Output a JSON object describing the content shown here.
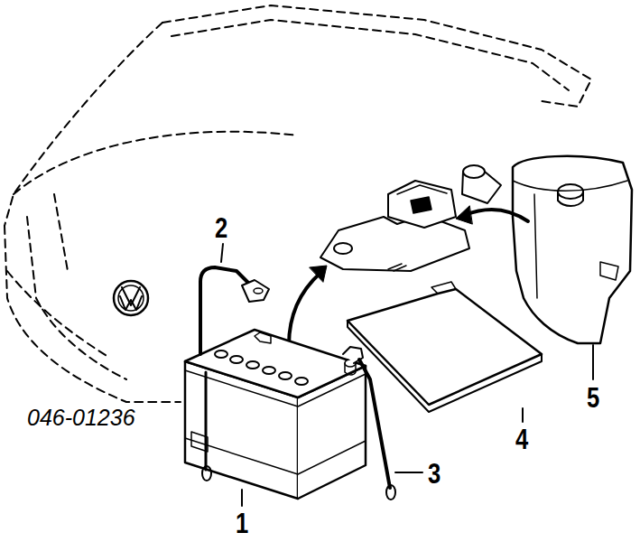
{
  "diagram": {
    "labels": [
      "2",
      "5",
      "046-01236",
      "4",
      "3",
      "1"
    ]
  }
}
